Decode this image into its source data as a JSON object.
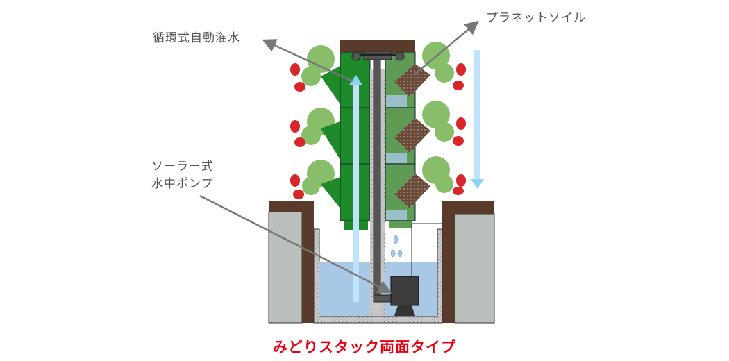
{
  "labels": {
    "irrigation": "循環式自動潅水",
    "soil": "プラネットソイル",
    "pump_line1": "ソーラー式",
    "pump_line2": "水中ポンプ"
  },
  "caption": "みどりスタック両面タイプ",
  "colors": {
    "caption": "#e60012",
    "label": "#555555",
    "green": "#1f8a2a",
    "water": "#a9c8e6",
    "arrow": "#8fd0f5",
    "wood": "#5a3a2a"
  }
}
